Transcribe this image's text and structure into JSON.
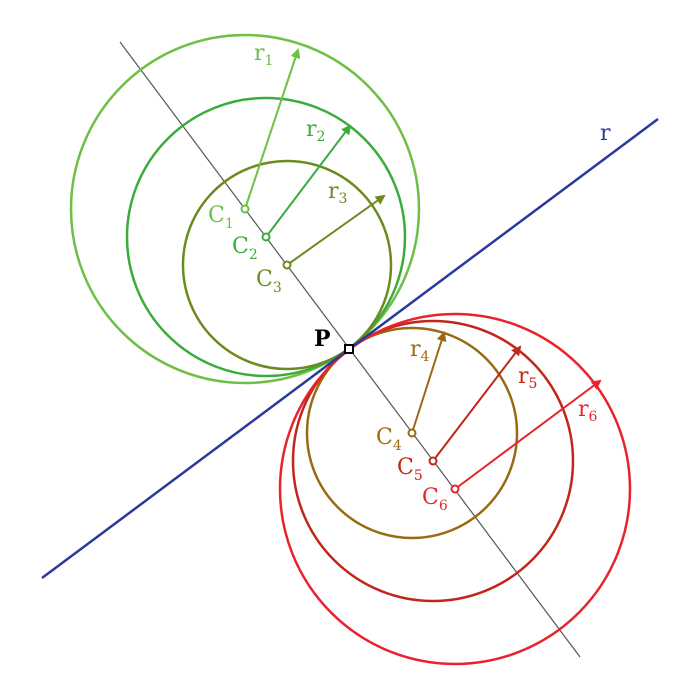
{
  "colors": {
    "c1": "#6dbf45",
    "c2": "#3aac3c",
    "c3": "#6b8a1f",
    "c4": "#9a6a12",
    "c5": "#c2261b",
    "c6": "#e8242a",
    "tangent": "#2b3a9a",
    "axis": "#555555",
    "point": "#000000"
  },
  "labels": {
    "P": "P",
    "tangent": "r",
    "centers": [
      {
        "main": "C",
        "sub": "1"
      },
      {
        "main": "C",
        "sub": "2"
      },
      {
        "main": "C",
        "sub": "3"
      },
      {
        "main": "C",
        "sub": "4"
      },
      {
        "main": "C",
        "sub": "5"
      },
      {
        "main": "C",
        "sub": "6"
      }
    ],
    "radii": [
      {
        "main": "r",
        "sub": "1"
      },
      {
        "main": "r",
        "sub": "2"
      },
      {
        "main": "r",
        "sub": "3"
      },
      {
        "main": "r",
        "sub": "4"
      },
      {
        "main": "r",
        "sub": "5"
      },
      {
        "main": "r",
        "sub": "6"
      }
    ]
  }
}
